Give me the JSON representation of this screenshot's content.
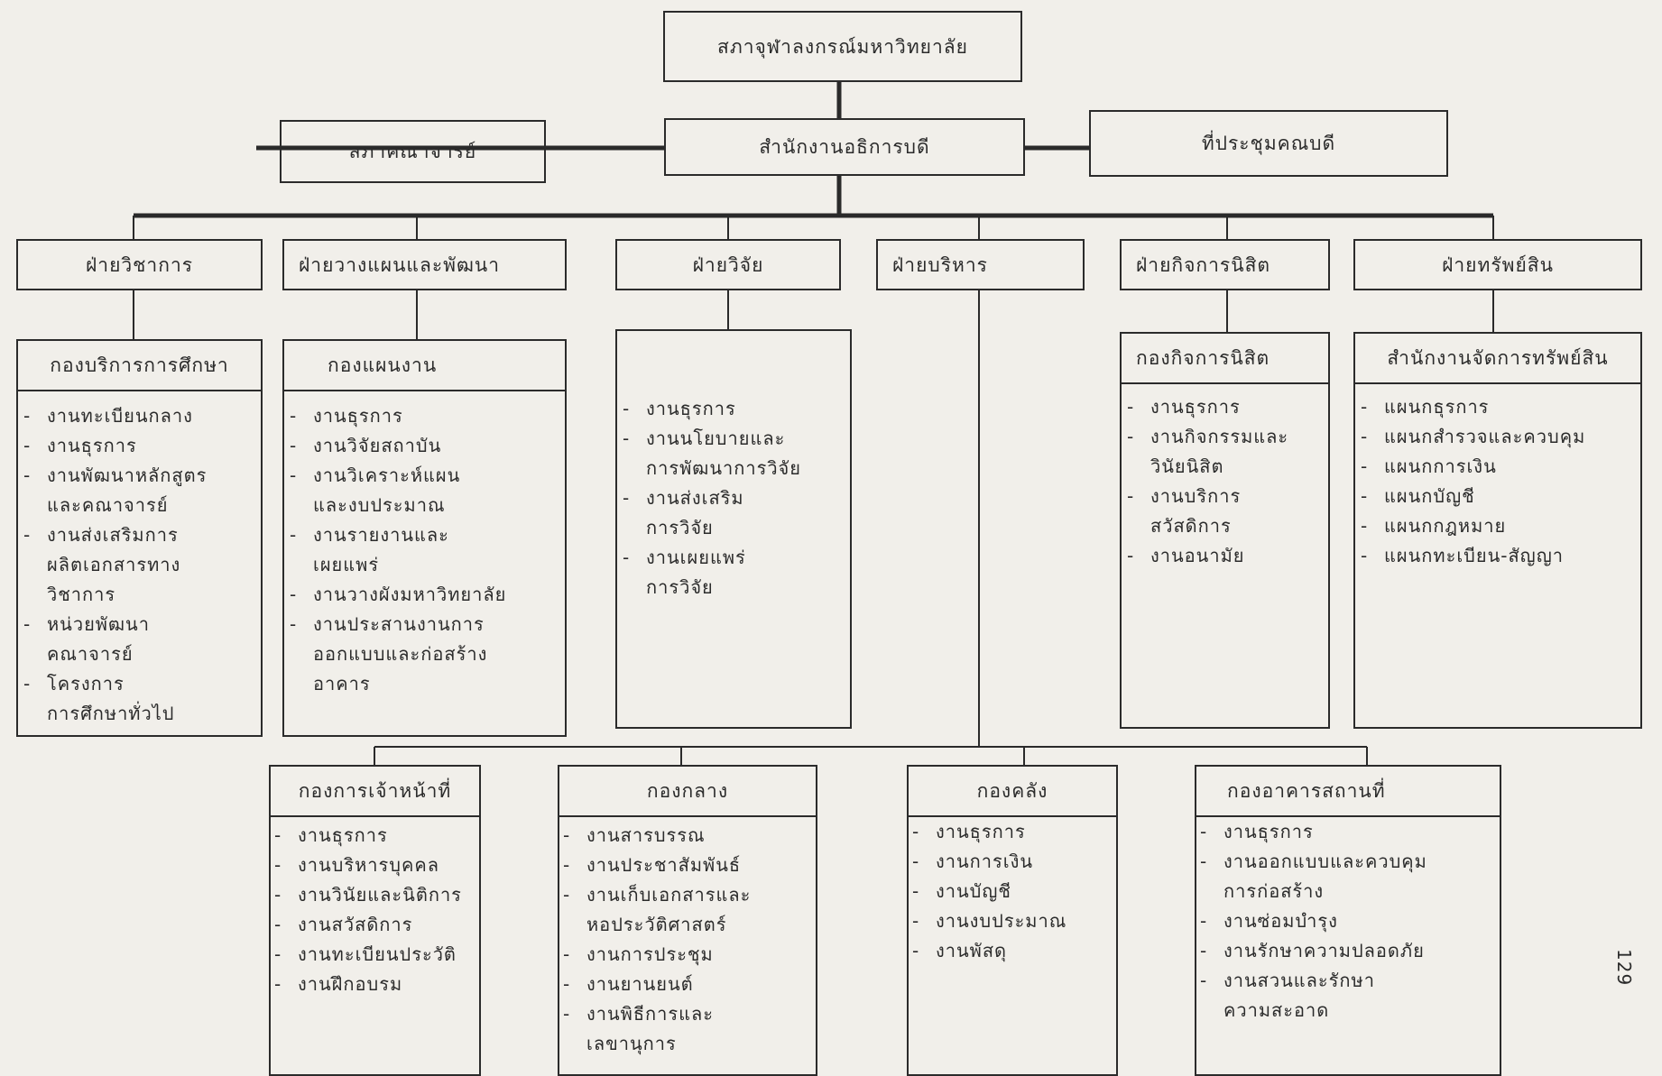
{
  "page_number": "129",
  "council": "สภาจุฬาลงกรณ์มหาวิทยาลัย",
  "president_office": "สำนักงานอธิการบดี",
  "faculty_senate": "สภาคณาจารย์",
  "deans_meeting": "ที่ประชุมคณบดี",
  "divisions": [
    "ฝ่ายวิชาการ",
    "ฝ่ายวางแผนและพัฒนา",
    "ฝ่ายวิจัย",
    "ฝ่ายบริหาร",
    "ฝ่ายกิจการนิสิต",
    "ฝ่ายทรัพย์สิน"
  ],
  "bureaus": [
    {
      "title": "กองบริการการศึกษา",
      "items": [
        "งานทะเบียนกลาง",
        "งานธุรการ",
        "งานพัฒนาหลักสูตร\nและคณาจารย์",
        "งานส่งเสริมการ\nผลิตเอกสารทาง\nวิชาการ",
        "หน่วยพัฒนา\nคณาจารย์",
        "โครงการ\nการศึกษาทั่วไป"
      ]
    },
    {
      "title": "กองแผนงาน",
      "items": [
        "งานธุรการ",
        "งานวิจัยสถาบัน",
        "งานวิเคราะห์แผน\nและงบประมาณ",
        "งานรายงานและ\nเผยแพร่",
        "งานวางผังมหาวิทยาลัย",
        "งานประสานงานการ\nออกแบบและก่อสร้าง\nอาคาร"
      ]
    },
    {
      "title": "",
      "items": [
        "งานธุรการ",
        "งานนโยบายและ\nการพัฒนาการวิจัย",
        "งานส่งเสริม\nการวิจัย",
        "งานเผยแพร่\nการวิจัย"
      ]
    },
    {
      "title": "กองกิจการนิสิต",
      "items": [
        "งานธุรการ",
        "งานกิจกรรมและ\nวินัยนิสิต",
        "งานบริการ\nสวัสดิการ",
        "งานอนามัย"
      ]
    },
    {
      "title": "สำนักงานจัดการทรัพย์สิน",
      "items": [
        "แผนกธุรการ",
        "แผนกสำรวจและควบคุม",
        "แผนกการเงิน",
        "แผนกบัญชี",
        "แผนกกฎหมาย",
        "แผนกทะเบียน-สัญญา"
      ]
    }
  ],
  "admin_bureaus": [
    {
      "title": "กองการเจ้าหน้าที่",
      "items": [
        "งานธุรการ",
        "งานบริหารบุคคล",
        "งานวินัยและนิติการ",
        "งานสวัสดิการ",
        "งานทะเบียนประวัติ",
        "งานฝึกอบรม"
      ]
    },
    {
      "title": "กองกลาง",
      "items": [
        "งานสารบรรณ",
        "งานประชาสัมพันธ์",
        "งานเก็บเอกสารและ\nหอประวัติศาสตร์",
        "งานการประชุม",
        "งานยานยนต์",
        "งานพิธีการและ\nเลขานุการ"
      ]
    },
    {
      "title": "กองคลัง",
      "items": [
        "งานธุรการ",
        "งานการเงิน",
        "งานบัญชี",
        "งานงบประมาณ",
        "งานพัสดุ"
      ]
    },
    {
      "title": "กองอาคารสถานที่",
      "items": [
        "งานธุรการ",
        "งานออกแบบและควบคุม\nการก่อสร้าง",
        "งานซ่อมบำรุง",
        "งานรักษาความปลอดภัย",
        "งานสวนและรักษา\nความสะอาด"
      ]
    }
  ]
}
